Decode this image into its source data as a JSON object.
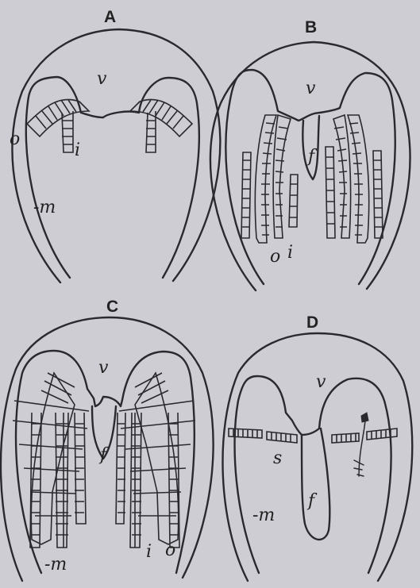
{
  "panels": [
    {
      "title": "A",
      "labels": {
        "v": "v",
        "o": "o",
        "i": "i",
        "m": "-m"
      }
    },
    {
      "title": "B",
      "labels": {
        "v": "v",
        "f": "f",
        "o": "o",
        "i": "i"
      }
    },
    {
      "title": "C",
      "labels": {
        "v": "v",
        "f": "f",
        "i": "i",
        "o": "o",
        "m": "-m"
      }
    },
    {
      "title": "D",
      "labels": {
        "v": "v",
        "s": "s",
        "f": "f",
        "m": "-m"
      }
    }
  ]
}
